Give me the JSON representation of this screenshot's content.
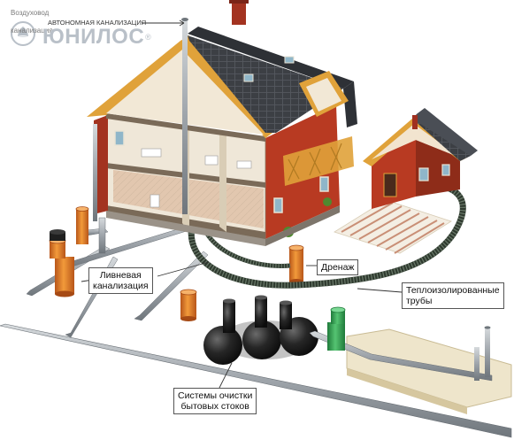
{
  "watermark": {
    "top_line": "Воздуховод",
    "tagline": "АВТОНОМНАЯ КАНАЛИЗАЦИЯ",
    "sub_line": "канализация",
    "brand": "ЮНИЛОС",
    "registered": "®",
    "brand_mark": "lotus-circle-logo"
  },
  "labels": {
    "storm_sewer": [
      "Ливневая",
      "канализация"
    ],
    "drainage": "Дренаж",
    "insulated_pipes": [
      "Теплоизолированные",
      "трубы"
    ],
    "treatment": [
      "Системы очистки",
      "бытовых стоков"
    ]
  },
  "colors": {
    "roof": "#3c3f44",
    "wall": "#b83a22",
    "interior": "#efe7d8",
    "timber": "#e0a23a",
    "pipe": "#9ea4aa",
    "corrugated": "#3d4a3d",
    "well_orange": "#e0761f",
    "tank_black": "#1c1c1c",
    "green_well": "#3aa65a",
    "ground_slab": "#e9dfc4"
  }
}
